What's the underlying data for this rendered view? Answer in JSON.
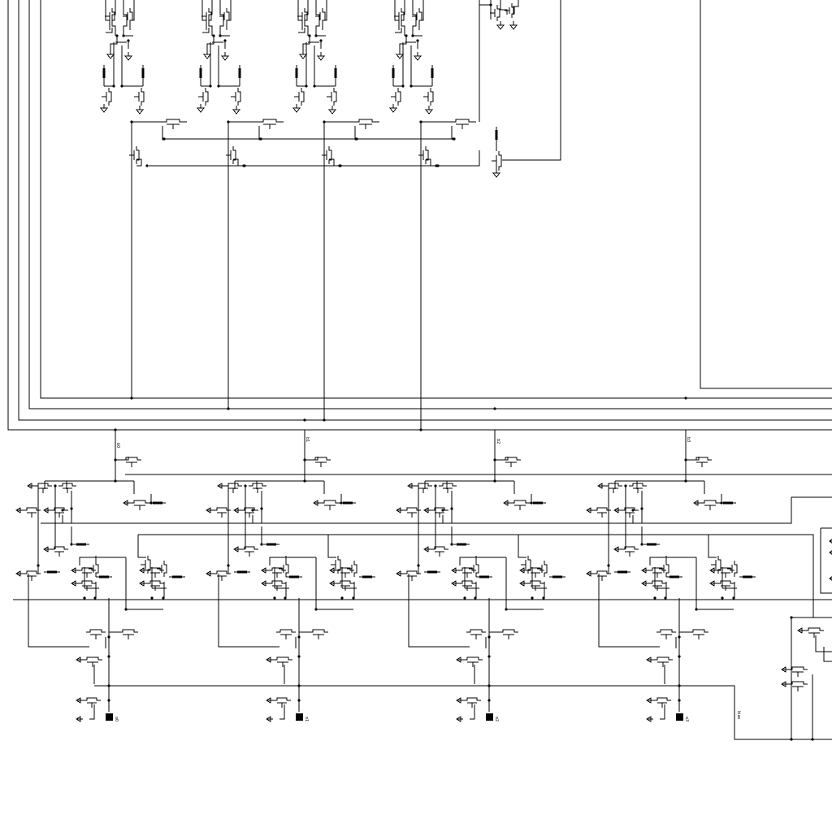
{
  "schematic": {
    "background": "#ffffff",
    "stroke": "#000000",
    "net_labels": [
      "b0",
      "b1",
      "b2",
      "b3"
    ],
    "pin_labels": [
      "o0",
      "o1",
      "o2",
      "o3"
    ],
    "side_label": "bias"
  }
}
